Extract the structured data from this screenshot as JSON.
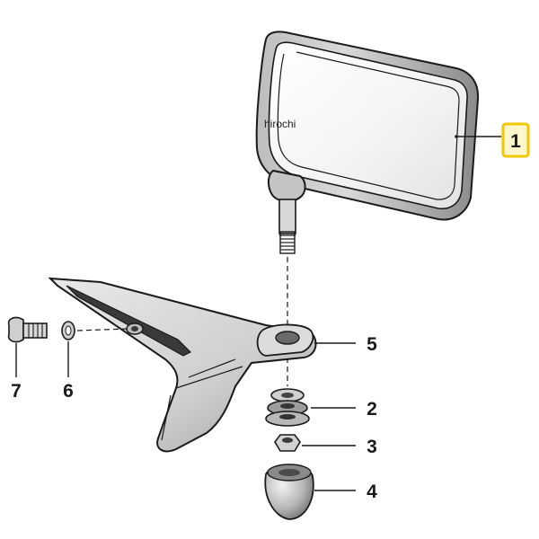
{
  "watermark": "hirochi",
  "callouts": [
    {
      "id": "1",
      "text": "1",
      "highlighted": true
    },
    {
      "id": "2",
      "text": "2"
    },
    {
      "id": "3",
      "text": "3"
    },
    {
      "id": "4",
      "text": "4"
    },
    {
      "id": "5",
      "text": "5"
    },
    {
      "id": "6",
      "text": "6"
    },
    {
      "id": "7",
      "text": "7"
    }
  ],
  "colors": {
    "ink": "#1a1a1a",
    "highlight_border": "#f2c600",
    "highlight_fill": "#fff6cc",
    "paper": "#ffffff"
  }
}
